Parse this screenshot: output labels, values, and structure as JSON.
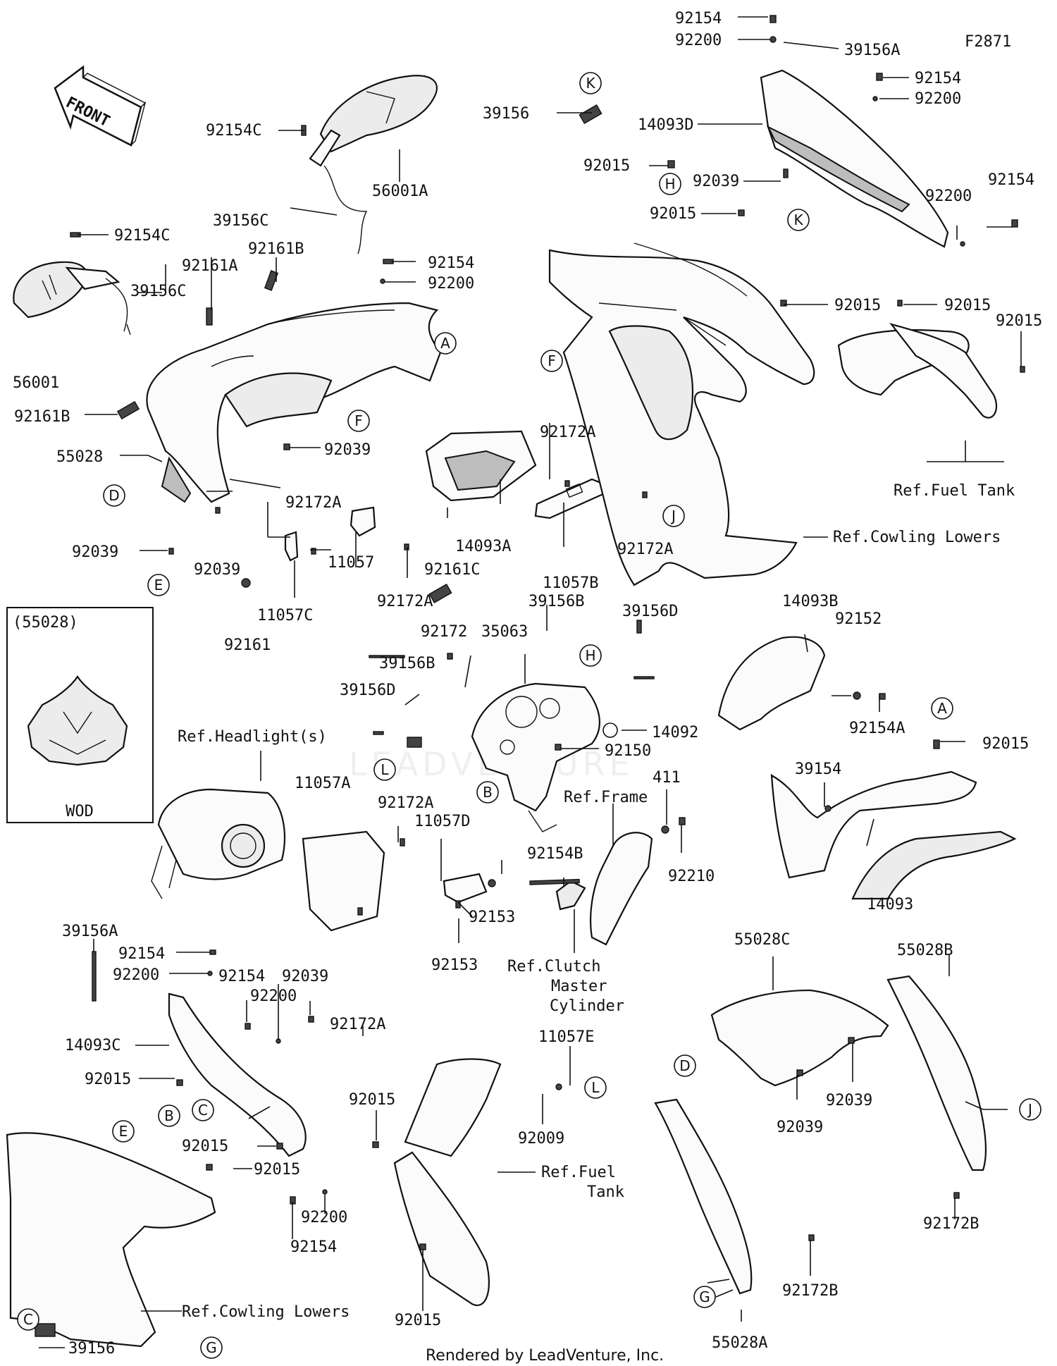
{
  "figure_code": "F2871",
  "front_arrow_text": "FRONT",
  "watermark": "LEADVENTURE",
  "footer": "Rendered by LeadVenture, Inc.",
  "inset": {
    "code": "(55028)",
    "caption": "WOD"
  },
  "labels": {
    "l01": "92154",
    "l02": "92200",
    "l03": "39156A",
    "l04": "F2871",
    "l05": "92154",
    "l06": "92200",
    "l07": "39156",
    "l08": "14093D",
    "l09": "92015",
    "l10": "92039",
    "l11": "92200",
    "l12": "92154",
    "l13": "92015",
    "l14": "92015",
    "l15": "92015",
    "l16": "92015",
    "l17": "Ref.Fuel Tank",
    "l18": "Ref.Cowling Lowers",
    "l19": "92154C",
    "l20": "56001A",
    "l21": "39156C",
    "l22": "92154C",
    "l23": "92161A",
    "l24": "92161B",
    "l25": "92154",
    "l26": "92200",
    "l27": "39156C",
    "l28": "56001",
    "l29": "92161B",
    "l30": "55028",
    "l31": "92039",
    "l32": "92172A",
    "l33": "92039",
    "l34": "92039",
    "l35": "92172A",
    "l36": "14093A",
    "l37": "92161C",
    "l38": "92172A",
    "l39": "11057",
    "l40": "92172A",
    "l41": "11057B",
    "l42": "11057C",
    "l43": "92161",
    "l44": "39156B",
    "l45": "39156D",
    "l46": "92172",
    "l47": "35063",
    "l48": "39156B",
    "l49": "39156D",
    "l50": "14093B",
    "l51": "92152",
    "l52": "92154A",
    "l53": "Ref.Headlight(s)",
    "l54": "14092",
    "l55": "92150",
    "l56": "92015",
    "l57": "39154",
    "l58": "411",
    "l59": "Ref.Frame",
    "l60": "11057A",
    "l61": "92172A",
    "l62": "11057D",
    "l63": "92154B",
    "l64": "92210",
    "l65": "92153",
    "l66": "92153",
    "l67": "14093",
    "l68": "Ref.Clutch",
    "l69": "Master",
    "l70": "Cylinder",
    "l71": "39156A",
    "l72": "92154",
    "l73": "92200",
    "l74": "92154",
    "l75": "92200",
    "l76": "92039",
    "l77": "92172A",
    "l78": "55028C",
    "l79": "55028B",
    "l80": "14093C",
    "l81": "92015",
    "l82": "11057E",
    "l83": "92015",
    "l84": "92015",
    "l85": "92015",
    "l86": "92009",
    "l87": "Ref.Fuel",
    "l88": "Tank",
    "l89": "92039",
    "l90": "92039",
    "l91": "92154",
    "l92": "92200",
    "l93": "92015",
    "l94": "Ref.Cowling Lowers",
    "l95": "39156",
    "l96": "92172B",
    "l97": "92172B",
    "l98": "55028A"
  },
  "callouts": {
    "c01": "K",
    "c02": "H",
    "c03": "K",
    "c04": "A",
    "c05": "F",
    "c06": "F",
    "c07": "D",
    "c08": "E",
    "c09": "J",
    "c10": "H",
    "c11": "L",
    "c12": "B",
    "c13": "A",
    "c14": "B",
    "c15": "C",
    "c16": "E",
    "c17": "L",
    "c18": "D",
    "c19": "J",
    "c20": "G",
    "c21": "C",
    "c22": "G"
  }
}
